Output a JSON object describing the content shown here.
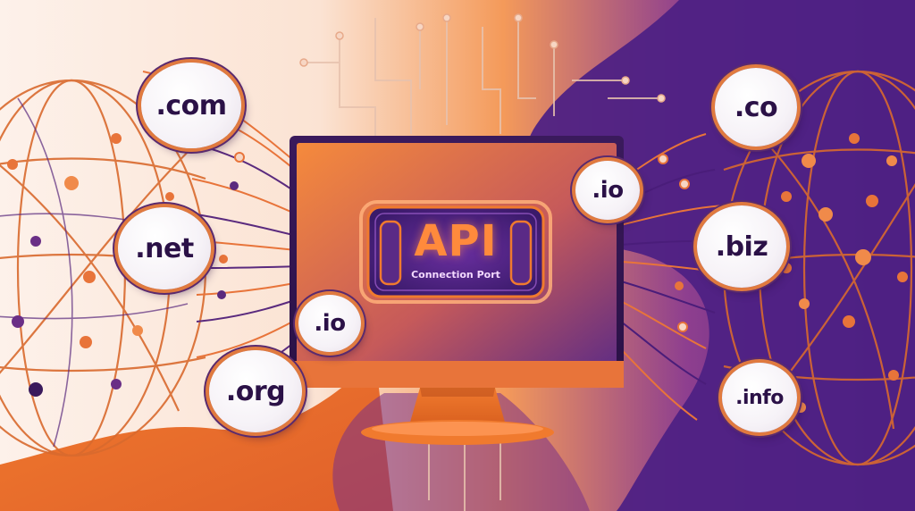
{
  "port": {
    "title": "API",
    "subtitle": "Connection Port"
  },
  "domains": [
    {
      "key": "com",
      "label": ".com"
    },
    {
      "key": "net",
      "label": ".net"
    },
    {
      "key": "org",
      "label": ".org"
    },
    {
      "key": "io_lower",
      "label": ".io"
    },
    {
      "key": "co",
      "label": ".co"
    },
    {
      "key": "io_upper",
      "label": ".io"
    },
    {
      "key": "biz",
      "label": ".biz"
    },
    {
      "key": "info",
      "label": ".info"
    }
  ],
  "colors": {
    "orange": "#f07a2e",
    "purple": "#4a1d7a",
    "deep_purple": "#2b1147",
    "glow": "#ff8a3c"
  }
}
